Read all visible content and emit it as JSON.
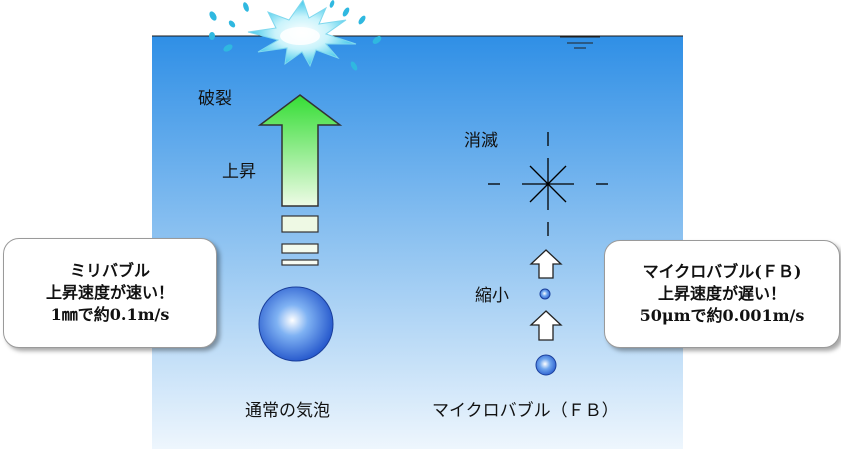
{
  "labels": {
    "burst": "破裂",
    "rise": "上昇",
    "vanish": "消滅",
    "shrink": "縮小",
    "normal_bubble": "通常の気泡",
    "micro_bubble": "マイクロバブル（ＦＢ）"
  },
  "callout_left": {
    "line1": "ミリバブル",
    "line2": "上昇速度が速い！",
    "line3": "1㎜で約0.1m/s"
  },
  "callout_right": {
    "line1": "マイクロバブル(ＦＢ)",
    "line2": "上昇速度が遅い！",
    "line3": "50μmで約0.001m/s"
  },
  "colors": {
    "water_top": "#2f8fe6",
    "water_bottom": "#e9f4fd",
    "arrow_green": "#3ee03e",
    "bubble_blue": "#1d5fd6"
  }
}
